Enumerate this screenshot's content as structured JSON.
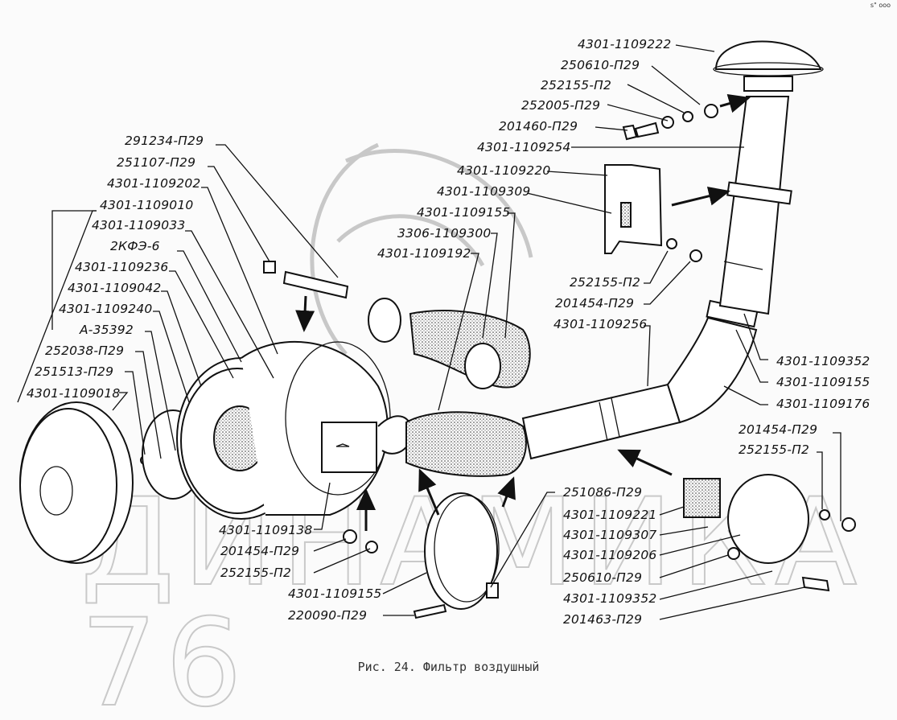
{
  "watermark": "ДИНАМИКА 76",
  "corner_mark": "s\" ooo",
  "caption": "Рис. 24. Фильтр воздушный",
  "labels": {
    "l291234": "291234-П29",
    "l251107": "251107-П29",
    "l4301_1109202": "4301-1109202",
    "l4301_1109010": "4301-1109010",
    "l4301_1109033": "4301-1109033",
    "l2kfe6": "2КФЭ-6",
    "l4301_1109236": "4301-1109236",
    "l4301_1109042": "4301-1109042",
    "l4301_1109240": "4301-1109240",
    "la35392": "А-35392",
    "l252038": "252038-П29",
    "l251513": "251513-П29",
    "l4301_1109018": "4301-1109018",
    "l4301_1109222": "4301-1109222",
    "l250610_top": "250610-П29",
    "l252155_top": "252155-П2",
    "l252005": "252005-П29",
    "l201460": "201460-П29",
    "l4301_1109254": "4301-1109254",
    "l4301_1109220": "4301-1109220",
    "l4301_1109309": "4301-1109309",
    "l4301_1109155_mid": "4301-1109155",
    "l3306_1109300": "3306-1109300",
    "l4301_1109192": "4301-1109192",
    "l252155_mid": "252155-П2",
    "l201454_mid": "201454-П29",
    "l4301_1109256": "4301-1109256",
    "l4301_1109352_r": "4301-1109352",
    "l4301_1109155_r": "4301-1109155",
    "l4301_1109176": "4301-1109176",
    "l201454_r": "201454-П29",
    "l252155_r": "252155-П2",
    "l4301_1109138": "4301-1109138",
    "l201454_bl": "201454-П29",
    "l252155_bl": "252155-П2",
    "l4301_1109155_bl": "4301-1109155",
    "l220090": "220090-П29",
    "l251086": "251086-П29",
    "l4301_1109221": "4301-1109221",
    "l4301_1109307": "4301-1109307",
    "l4301_1109206": "4301-1109206",
    "l250610_br": "250610-П29",
    "l4301_1109352_br": "4301-1109352",
    "l201463": "201463-П29"
  }
}
